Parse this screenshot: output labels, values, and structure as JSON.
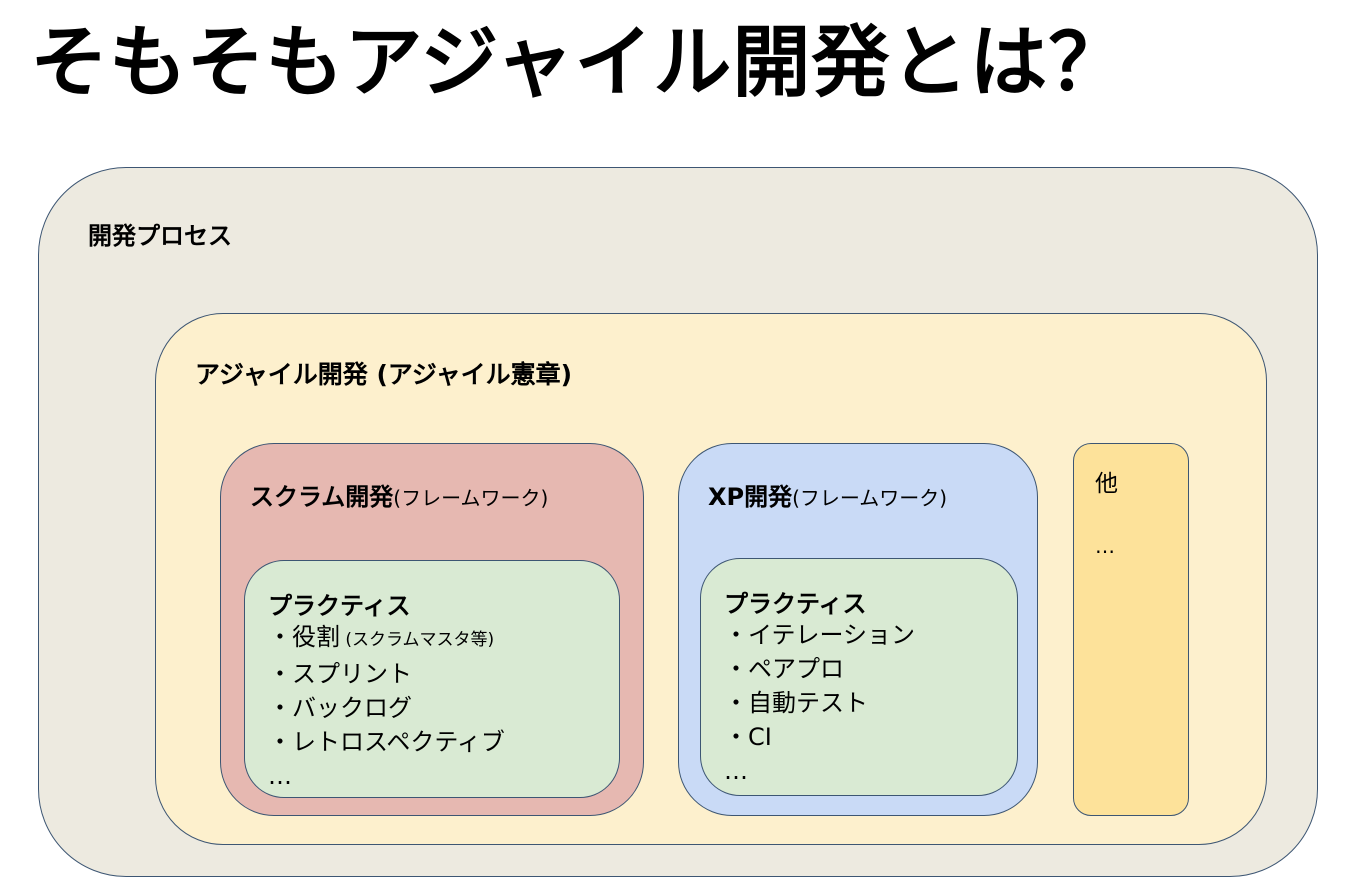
{
  "title": "そもそもアジャイル開発とは？",
  "process": {
    "label": "開発プロセス"
  },
  "agile": {
    "label": "アジャイル開発 (アジャイル憲章)"
  },
  "scrum": {
    "name": "スクラム開発",
    "note": "(フレームワーク)",
    "practices": {
      "title": "プラクティス",
      "items": [
        {
          "text": "・役割",
          "note": " (スクラムマスタ等)"
        },
        {
          "text": "・スプリント"
        },
        {
          "text": "・バックログ"
        },
        {
          "text": "・レトロスペクティブ"
        },
        {
          "text": "…"
        }
      ]
    }
  },
  "xp": {
    "name": "XP開発",
    "note": "(フレームワーク)",
    "practices": {
      "title": "プラクティス",
      "items": [
        {
          "text": "・イテレーション"
        },
        {
          "text": "・ペアプロ"
        },
        {
          "text": "・自動テスト"
        },
        {
          "text": "・CI"
        },
        {
          "text": "…"
        }
      ]
    }
  },
  "other": {
    "label": "他",
    "ellipsis": "…"
  },
  "colors": {
    "process_fill": "#edeae0",
    "agile_fill": "#fdf0cd",
    "scrum_fill": "#e6b8b1",
    "xp_fill": "#c9daf6",
    "other_fill": "#fde29a",
    "practice_fill": "#d9ead3",
    "border": "#3d5673"
  }
}
